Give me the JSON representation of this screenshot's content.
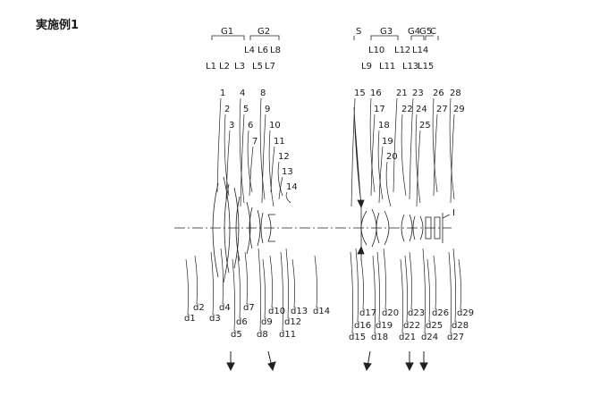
{
  "title": "実施例1",
  "groups_top": [
    "G1",
    "G2",
    "S",
    "G3",
    "G4",
    "G5",
    "C"
  ],
  "lens_row1": [
    "L4",
    "L6",
    "L8",
    "L10",
    "L12",
    "L14"
  ],
  "lens_row2": [
    "L1",
    "L2",
    "L3",
    "L5",
    "L7",
    "L9",
    "L11",
    "L13",
    "L15"
  ],
  "surfaces_left": [
    "1",
    "2",
    "3",
    "4",
    "5",
    "6",
    "7",
    "8",
    "9",
    "10",
    "11",
    "12",
    "13",
    "14"
  ],
  "surfaces_right": [
    "15",
    "16",
    "17",
    "18",
    "19",
    "20",
    "21",
    "22",
    "23",
    "24",
    "25",
    "26",
    "27",
    "28",
    "29"
  ],
  "spacings_left": [
    "d1",
    "d2",
    "d3",
    "d4",
    "d5",
    "d6",
    "d7",
    "d8",
    "d9",
    "d10",
    "d11",
    "d12",
    "d13",
    "d14"
  ],
  "spacings_right": [
    "d15",
    "d16",
    "d17",
    "d18",
    "d19",
    "d20",
    "d21",
    "d22",
    "d23",
    "d24",
    "d25",
    "d26",
    "d27",
    "d28",
    "d29"
  ],
  "image_plane_label": "I"
}
